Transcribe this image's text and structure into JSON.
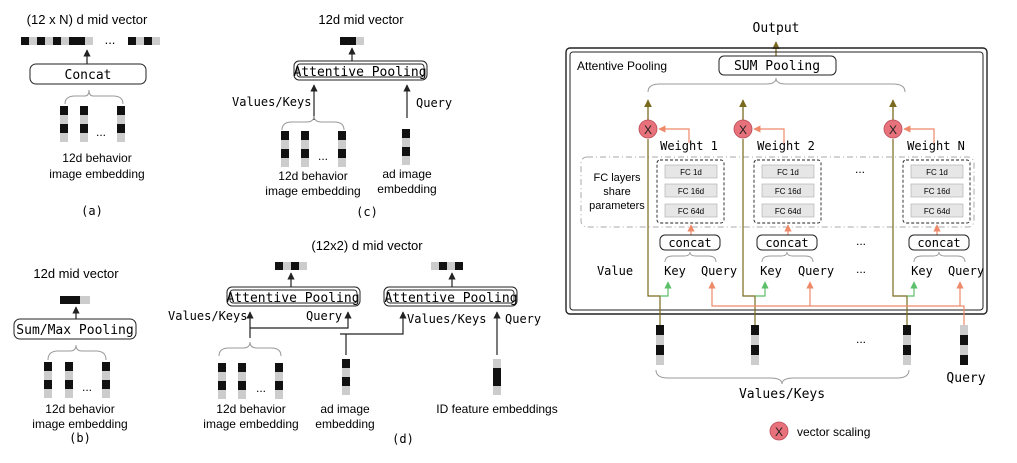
{
  "colors": {
    "olive": "#7a6a1f",
    "salmon": "#ee8a6a",
    "green": "#5cbf6a",
    "scaling_fill": "#e8727c",
    "dark_cell": "#111111",
    "light_cell": "#cfcfcf",
    "fc_fill": "#e6e6e6"
  },
  "panel_a": {
    "top_label": "(12 x N) d mid vector",
    "ellipsis": "...",
    "op_label": "Concat",
    "input_label_1": "12d behavior",
    "input_label_2": "image embedding",
    "caption": "(a)"
  },
  "panel_b": {
    "top_label": "12d mid vector",
    "op_label": "Sum/Max Pooling",
    "ellipsis": "...",
    "input_label_1": "12d behavior",
    "input_label_2": "image embedding",
    "caption": "(b)"
  },
  "panel_c": {
    "top_label": "12d mid vector",
    "op_label": "Attentive Pooling",
    "values_keys": "Values/Keys",
    "query": "Query",
    "ellipsis": "...",
    "behavior_label_1": "12d behavior",
    "behavior_label_2": "image embedding",
    "ad_label_1": "ad image",
    "ad_label_2": "embedding",
    "caption": "(c)"
  },
  "panel_d": {
    "top_label": "(12x2) d mid vector",
    "op_left": "Attentive Pooling",
    "op_right": "Attentive Pooling",
    "values_keys_left": "Values/Keys",
    "query_left": "Query",
    "values_keys_right": "Values/Keys",
    "query_right": "Query",
    "ellipsis": "...",
    "behavior_label_1": "12d behavior",
    "behavior_label_2": "image embedding",
    "ad_label_1": "ad image",
    "ad_label_2": "embedding",
    "id_label": "ID feature embeddings",
    "caption": "(d)"
  },
  "panel_e": {
    "output": "Output",
    "box_title": "Attentive Pooling",
    "sum_pooling": "SUM Pooling",
    "scale_glyph": "X",
    "weights": [
      "Weight 1",
      "Weight 2",
      "Weight N"
    ],
    "fc_group_label": [
      "FC layers",
      "share",
      "parameters"
    ],
    "fc_layers": [
      "FC 1d",
      "FC 16d",
      "FC 64d"
    ],
    "concat": "concat",
    "value": "Value",
    "key": "Key",
    "query": "Query",
    "ellipsis": "...",
    "values_keys": "Values/Keys",
    "bottom_query": "Query",
    "legend": "vector scaling"
  }
}
